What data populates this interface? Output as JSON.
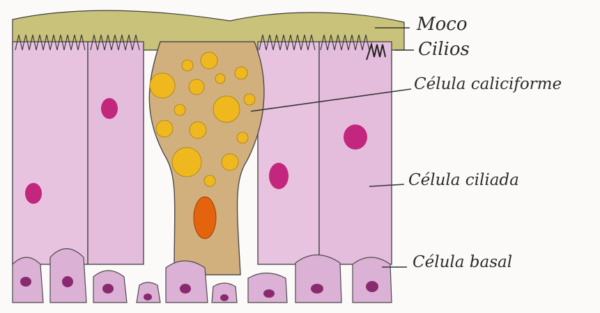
{
  "labels": {
    "moco": "Moco",
    "cilios": "Cilios",
    "celula_caliciforme": "Célula caliciforme",
    "celula_ciliada": "Célula ciliada",
    "celula_basal": "Célula basal"
  },
  "colors": {
    "background": "#fbfaf8",
    "mucus": "#c9c27a",
    "ciliated_cell": "#e7c3e0",
    "goblet_cell": "#d2b07e",
    "granule": "#efb81f",
    "goblet_nucleus": "#e4640d",
    "nucleus": "#c2267d",
    "basal_cell": "#dcb1d6",
    "basal_nucleus": "#8a2a6e",
    "outline": "#4a4a4a"
  }
}
